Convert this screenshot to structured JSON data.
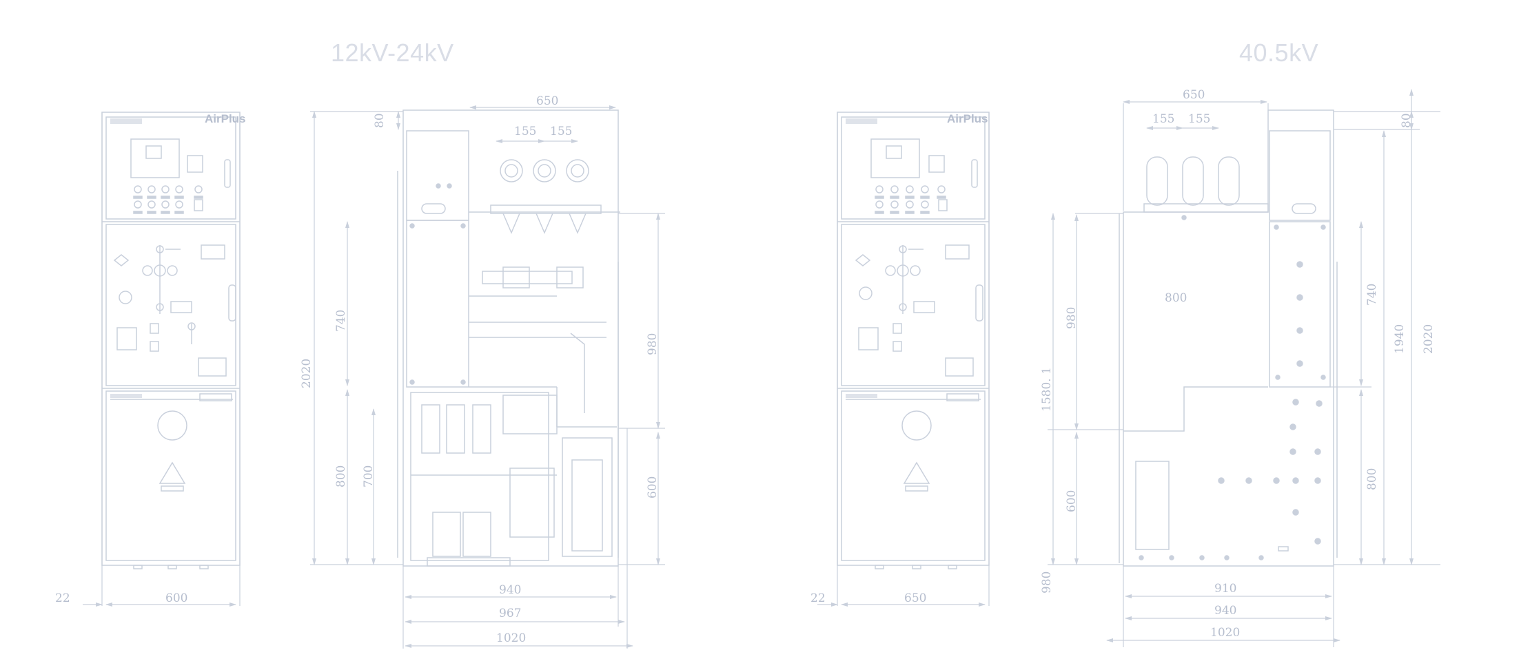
{
  "titles": {
    "left": "12kV-24kV",
    "right": "40.5kV"
  },
  "brand": "AirPlus",
  "colors": {
    "line": "#c9d0dc",
    "light": "#dfe3ea",
    "text": "#b6bece",
    "title": "#d9dde6"
  },
  "dims": {
    "left_front_offset": "22",
    "left_front_width": "600",
    "left_side_top": "650",
    "left_side_b1": "155",
    "left_side_b2": "155",
    "left_side_80": "80",
    "left_side_2020": "2020",
    "left_side_740": "740",
    "left_side_800": "800",
    "left_side_700": "700",
    "left_side_980": "980",
    "left_side_600": "600",
    "left_side_940": "940",
    "left_side_967": "967",
    "left_side_1020": "1020",
    "right_front_offset": "22",
    "right_front_width": "650",
    "right_side_top": "650",
    "right_side_b1": "155",
    "right_side_b2": "155",
    "right_side_80": "80",
    "right_side_800_label": "800",
    "right_side_980": "980",
    "right_side_1580": "1580. 1",
    "right_side_600": "600",
    "right_side_980_bottom": "980",
    "right_side_740": "740",
    "right_side_1940": "1940",
    "right_side_2020": "2020",
    "right_side_800": "800",
    "right_side_910": "910",
    "right_side_940": "940",
    "right_side_1020": "1020"
  }
}
